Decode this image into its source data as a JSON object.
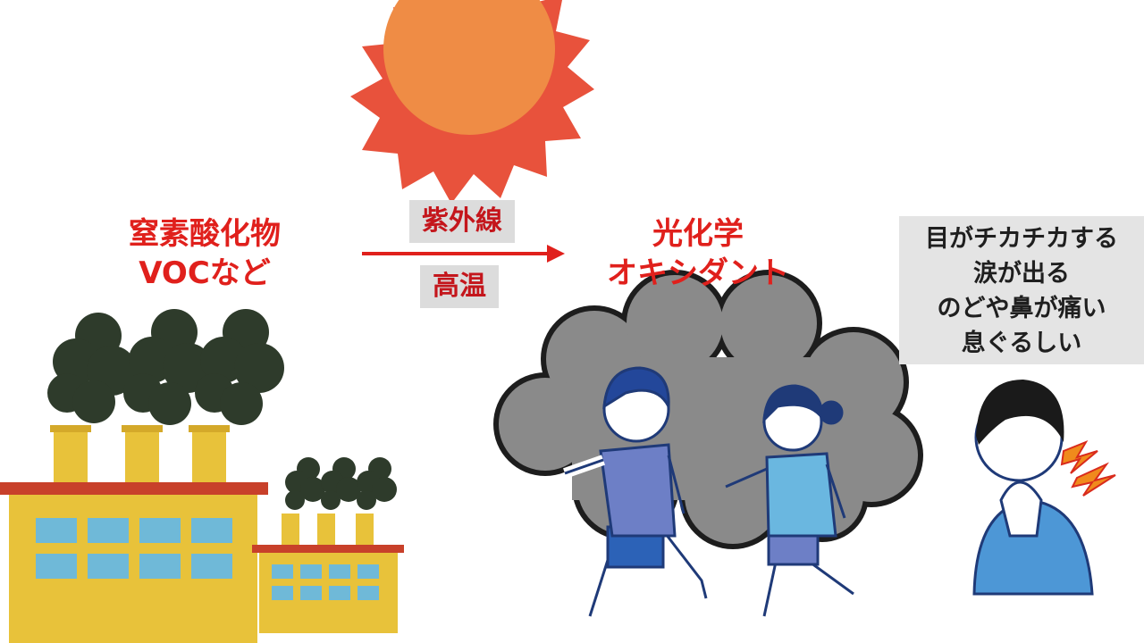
{
  "sources": {
    "line1": "窒素酸化物",
    "line2": "VOCなど"
  },
  "conditions": {
    "top": "紫外線",
    "bottom": "高温"
  },
  "product": {
    "line1": "光化学",
    "line2": "オキシダント"
  },
  "symptoms": [
    "目がチカチカする",
    "涙が出る",
    "のどや鼻が痛い",
    "息ぐるしい"
  ],
  "colors": {
    "label_red": "#e0201c",
    "sun": "#ef8c45",
    "smog": "#8a8a8a",
    "factory": "#e8c23a"
  }
}
